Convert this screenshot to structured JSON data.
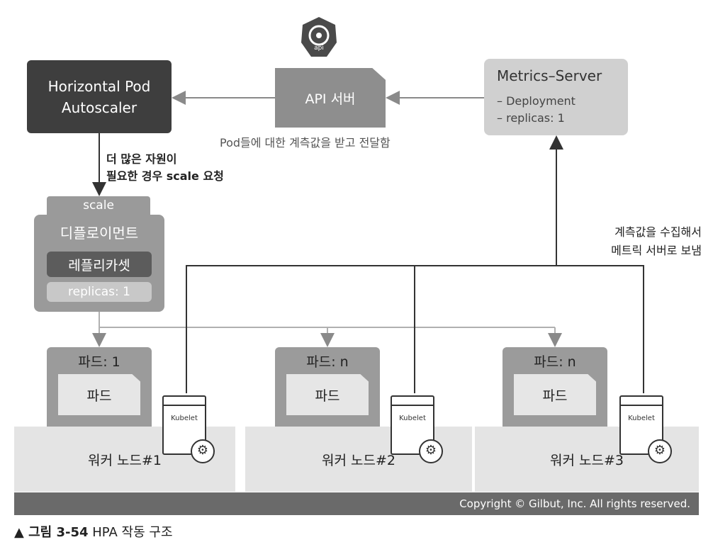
{
  "hpa": {
    "line1": "Horizontal Pod",
    "line2": "Autoscaler"
  },
  "api_icon": {
    "label": "api"
  },
  "api_server": {
    "label": "API 서버"
  },
  "metrics_server": {
    "title": "Metrics–Server",
    "lines": [
      "– Deployment",
      "– replicas: 1"
    ]
  },
  "edge_labels": {
    "api_to_hpa": "Pod들에 대한 계측값을 받고 전달함",
    "hpa_to_deploy_1": "더 많은 자원이",
    "hpa_to_deploy_2": "필요한 경우 scale 요청",
    "collect_1": "계측값을 수집해서",
    "collect_2": "메트릭 서버로 보냄"
  },
  "deployment": {
    "scale": "scale",
    "title": "디플로이먼트",
    "replicaset": "레플리카셋",
    "replicas": "replicas: 1"
  },
  "nodes": [
    {
      "pod_title": "파드: 1",
      "pod": "파드",
      "worker": "워커 노드#1",
      "kubelet": "Kubelet"
    },
    {
      "pod_title": "파드: n",
      "pod": "파드",
      "worker": "워커 노드#2",
      "kubelet": "Kubelet"
    },
    {
      "pod_title": "파드: n",
      "pod": "파드",
      "worker": "워커 노드#3",
      "kubelet": "Kubelet"
    }
  ],
  "footer": {
    "copyright": "Copyright © Gilbut, Inc. All rights reserved."
  },
  "caption": {
    "prefix": "▲ 그림 3-54",
    "text": " HPA 작동 구조"
  },
  "icons": [
    "kubernetes-api-icon",
    "kubelet-window-icon",
    "gear-icon"
  ]
}
